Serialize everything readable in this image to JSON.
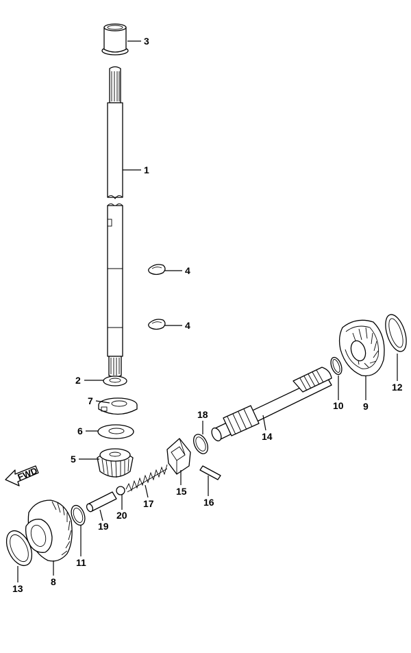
{
  "diagram": {
    "fwd_label": "FWD",
    "callouts": [
      {
        "id": "c3",
        "label": "3"
      },
      {
        "id": "c1",
        "label": "1"
      },
      {
        "id": "c4a",
        "label": "4"
      },
      {
        "id": "c4b",
        "label": "4"
      },
      {
        "id": "c2",
        "label": "2"
      },
      {
        "id": "c7",
        "label": "7"
      },
      {
        "id": "c6",
        "label": "6"
      },
      {
        "id": "c5",
        "label": "5"
      },
      {
        "id": "c12",
        "label": "12"
      },
      {
        "id": "c10",
        "label": "10"
      },
      {
        "id": "c9",
        "label": "9"
      },
      {
        "id": "c18",
        "label": "18"
      },
      {
        "id": "c14",
        "label": "14"
      },
      {
        "id": "c15",
        "label": "15"
      },
      {
        "id": "c16",
        "label": "16"
      },
      {
        "id": "c17",
        "label": "17"
      },
      {
        "id": "c20",
        "label": "20"
      },
      {
        "id": "c19",
        "label": "19"
      },
      {
        "id": "c11",
        "label": "11"
      },
      {
        "id": "c8",
        "label": "8"
      },
      {
        "id": "c13",
        "label": "13"
      }
    ]
  }
}
